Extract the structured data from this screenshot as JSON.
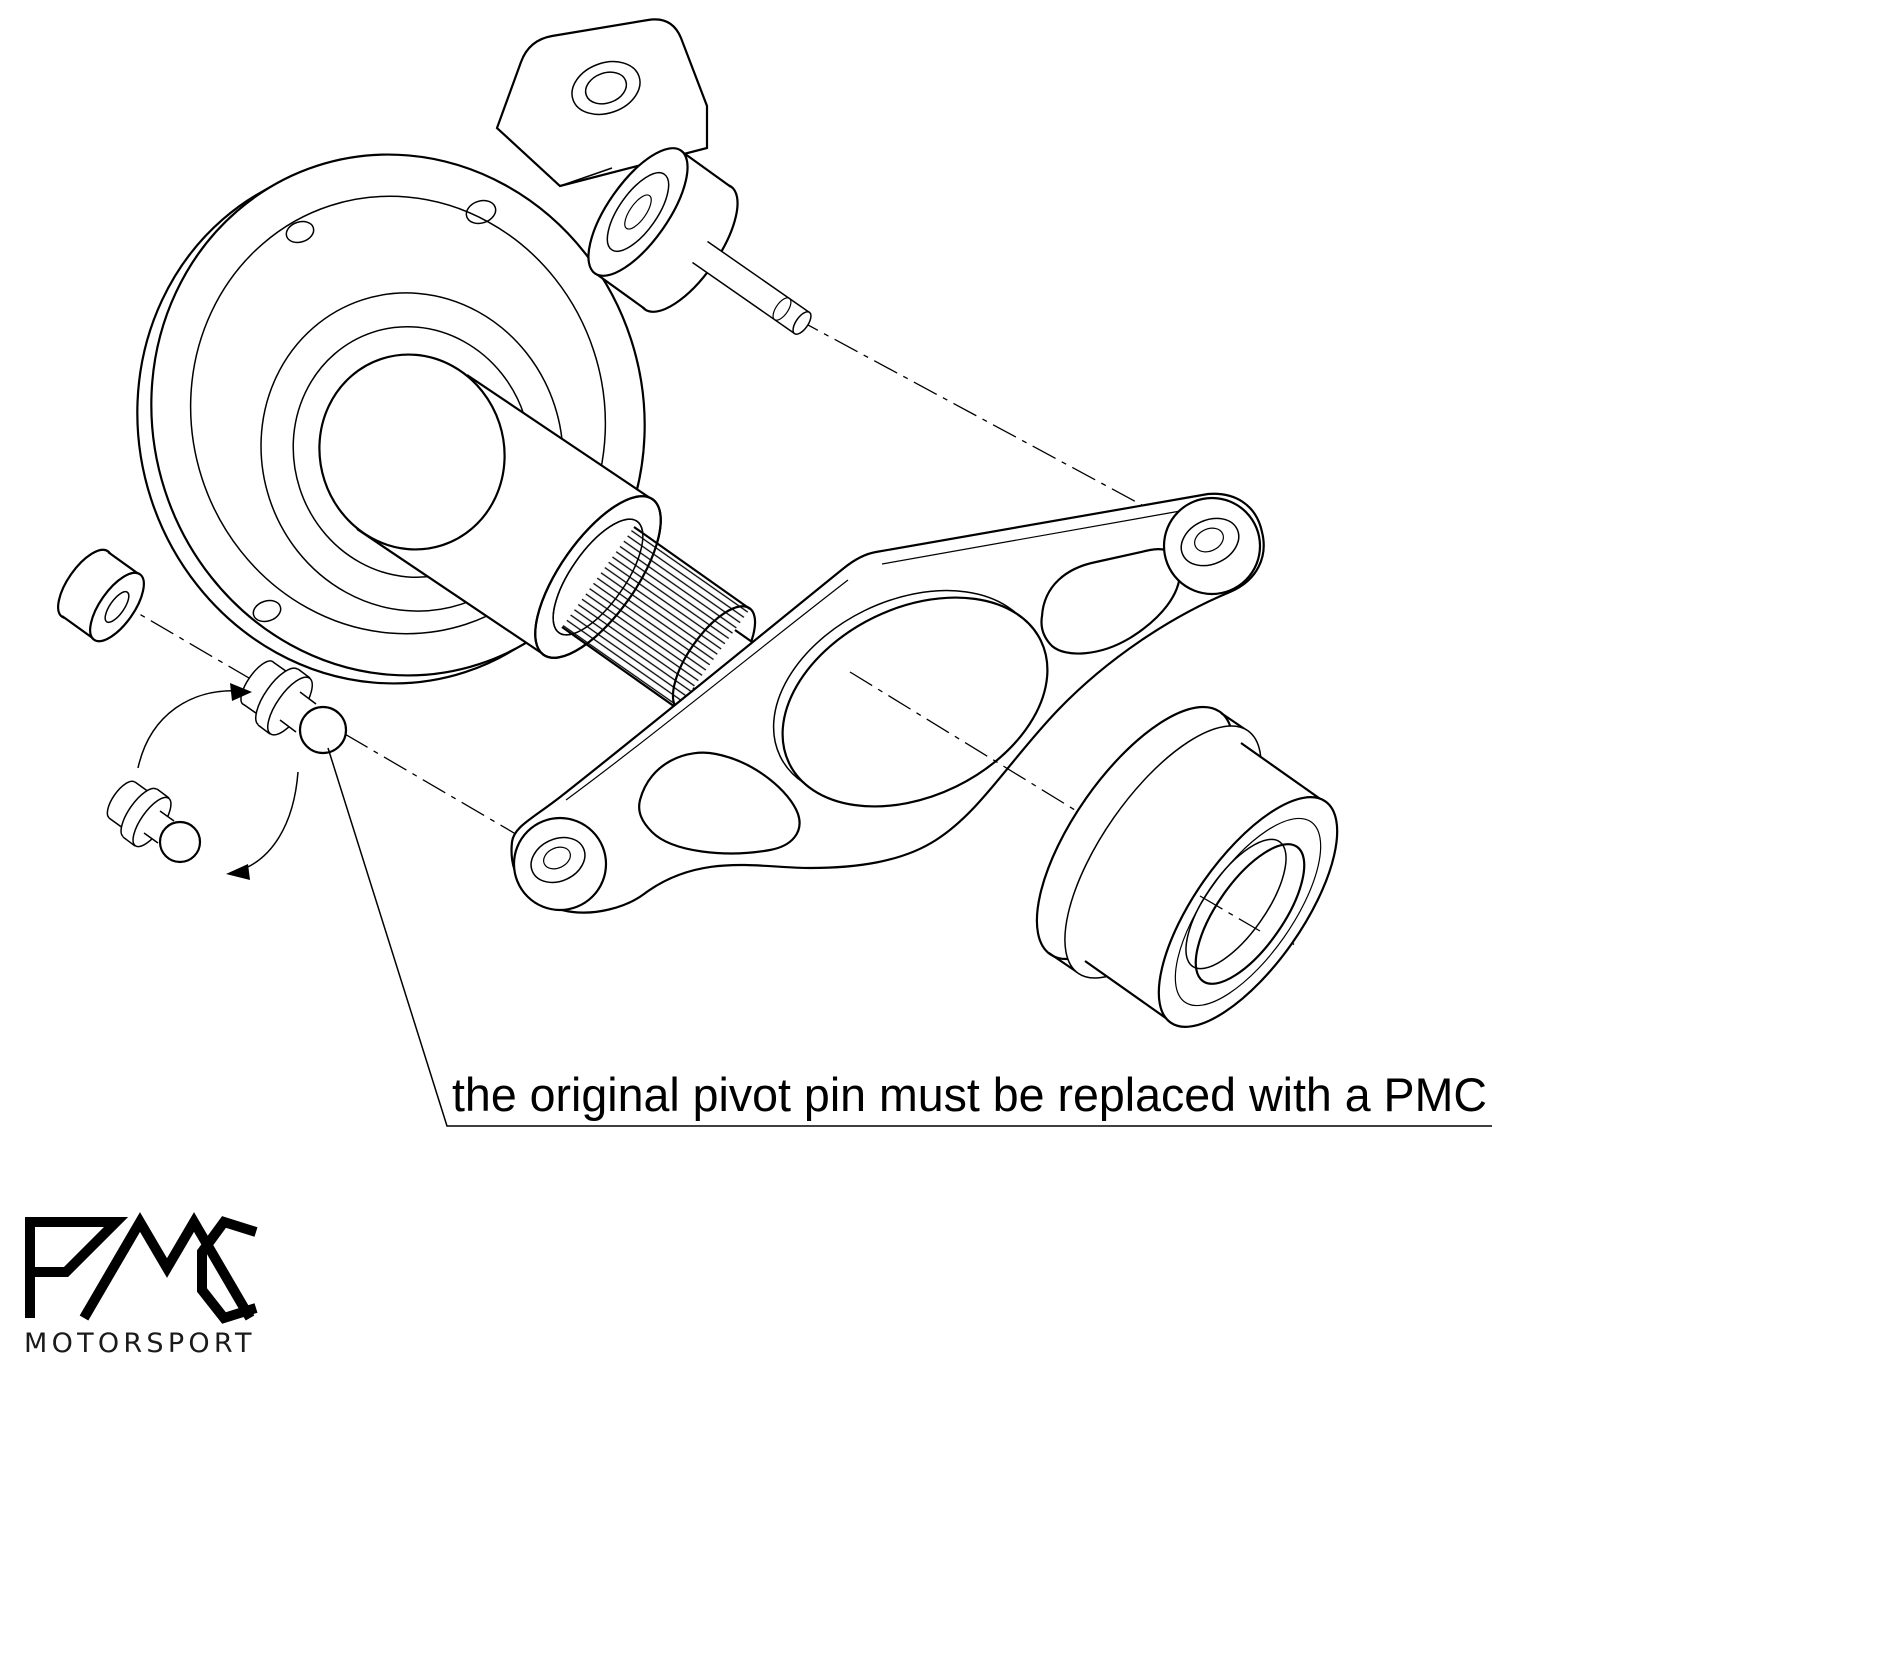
{
  "page": {
    "background_color": "#ffffff",
    "ink_color": "#000000"
  },
  "annotation": {
    "text": "the original pivot pin must be replaced with a PMC"
  },
  "logo": {
    "brand": "PMC",
    "subtitle": "MOTORSPORT"
  },
  "diagram": {
    "kind": "exploded-view-technical-line-drawing",
    "parts": [
      {
        "name": "front-cover-with-guide-tube"
      },
      {
        "name": "splined-input-shaft"
      },
      {
        "name": "mounting-bracket-with-push-rod"
      },
      {
        "name": "clutch-release-fork"
      },
      {
        "name": "release-bearing"
      },
      {
        "name": "pmc-pivot-pin"
      },
      {
        "name": "original-pivot-pin"
      },
      {
        "name": "spacer-bushing"
      }
    ]
  }
}
